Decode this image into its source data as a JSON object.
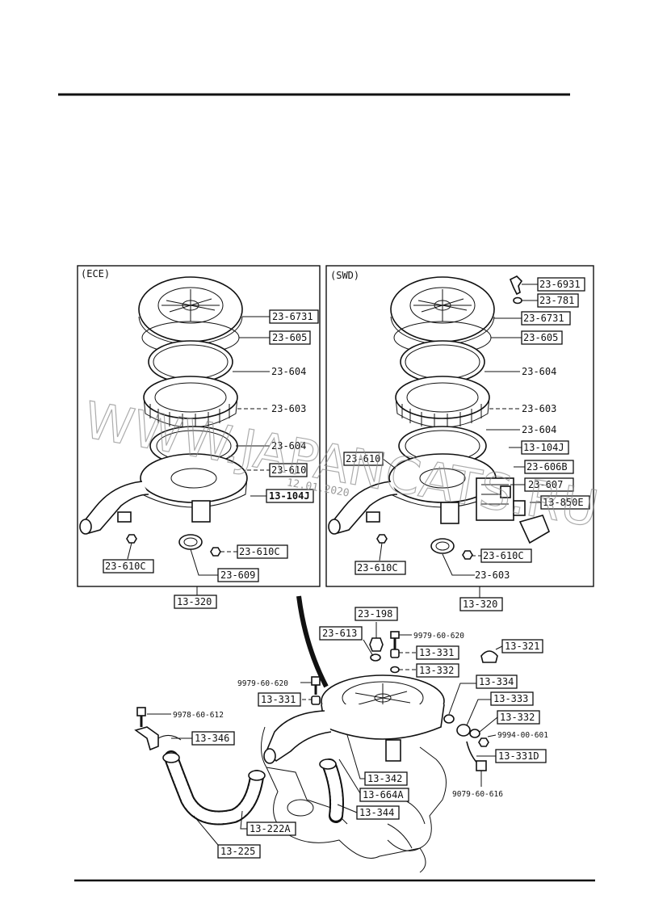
{
  "panels": {
    "ece": {
      "title": "(ECE)",
      "caption": "13-320"
    },
    "swd": {
      "title": "(SWD)",
      "caption": "13-320"
    }
  },
  "watermark": {
    "text": "WWW.JAPANCATS.RU",
    "date": "12.01.2020"
  },
  "ece_labels": [
    "23-6731",
    "23-605",
    "23-604",
    "23-603",
    "23-604",
    "23-610",
    "13-104J",
    "23-610C",
    "23-610C",
    "23-609"
  ],
  "swd_labels": [
    "23-6931",
    "23-781",
    "23-6731",
    "23-605",
    "23-604",
    "23-603",
    "23-604",
    "13-104J",
    "23-606B",
    "23-607",
    "13-850E",
    "23-610",
    "23-610C",
    "23-610C",
    "23-603"
  ],
  "bottom_labels": [
    "23-198",
    "23-613",
    "9979-60-620",
    "13-331",
    "13-332",
    "13-321",
    "9979-60-620",
    "13-331",
    "13-334",
    "13-333",
    "13-332",
    "9994-00-601",
    "13-331D",
    "9079-60-616",
    "9978-60-612",
    "13-346",
    "13-342",
    "13-664A",
    "13-344",
    "13-222A",
    "13-225"
  ]
}
